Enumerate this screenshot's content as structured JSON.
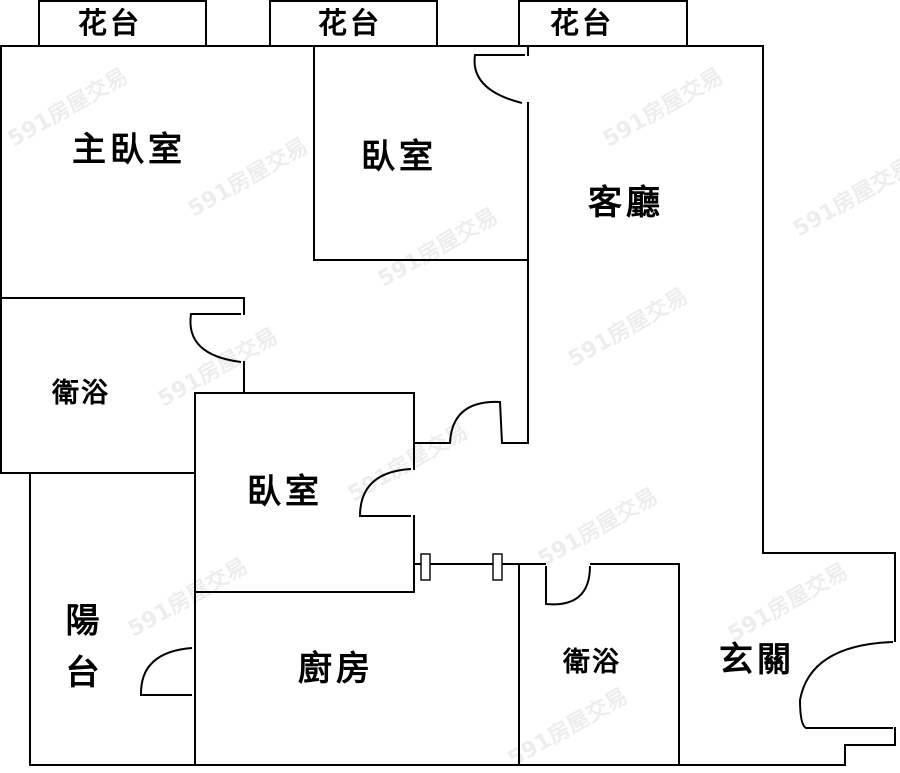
{
  "floor_plan": {
    "colors": {
      "wall": "#000000",
      "background": "#ffffff",
      "watermark": "#d9d9d9"
    },
    "planters": [
      {
        "label": "花台"
      },
      {
        "label": "花台"
      },
      {
        "label": "花台"
      }
    ],
    "rooms": {
      "master_bedroom": "主臥室",
      "bedroom_top": "臥室",
      "living_room": "客廳",
      "bathroom_left": "衛浴",
      "bedroom_middle": "臥室",
      "balcony": "陽台",
      "kitchen": "廚房",
      "bathroom_right": "衛浴",
      "entrance": "玄關"
    },
    "watermark": "591房屋交易"
  }
}
